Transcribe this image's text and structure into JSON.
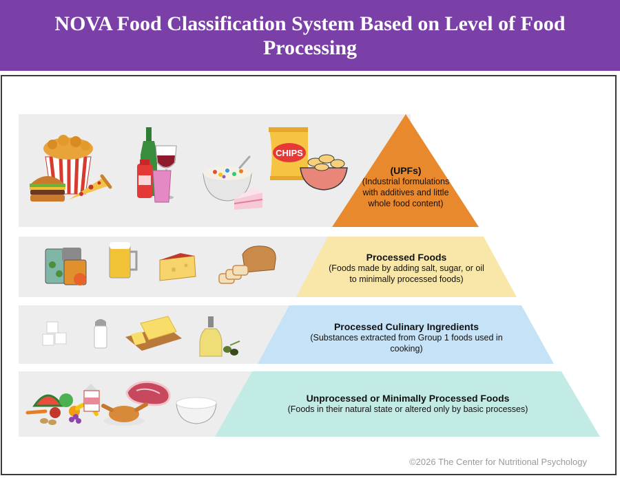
{
  "header": {
    "title": "NOVA Food Classification System Based on Level of Food Processing"
  },
  "tiers": [
    {
      "title": "(UPFs)",
      "description": "(Industrial formulations with additives and little whole food content)",
      "color": "#e8892d",
      "icons": [
        "fried-chicken-bucket-icon",
        "burger-icon",
        "pizza-slice-icon",
        "soda-bottle-icon",
        "wine-glass-icon",
        "juice-cup-icon",
        "cereal-bowl-icon",
        "cake-slice-icon",
        "chips-bag-icon"
      ],
      "chips_label": "CHIPS"
    },
    {
      "title": "Processed Foods",
      "description": "(Foods made by adding salt, sugar, or oil to minimally processed foods)",
      "color": "#f8e7a8",
      "icons": [
        "canned-food-icon",
        "beer-mug-icon",
        "cheese-wedge-icon",
        "bread-loaf-icon"
      ]
    },
    {
      "title": "Processed Culinary Ingredients",
      "description": "(Substances extracted from Group 1 foods used in cooking)",
      "color": "#c5e2f7",
      "icons": [
        "sugar-cubes-icon",
        "salt-shaker-icon",
        "butter-board-icon",
        "olive-oil-bottle-icon"
      ]
    },
    {
      "title": "Unprocessed or Minimally Processed Foods",
      "description": "(Foods in their natural state or altered only by basic processes)",
      "color": "#c3ebe6",
      "icons": [
        "fruits-vegetables-icon",
        "milk-carton-icon",
        "steak-icon",
        "roast-chicken-icon",
        "rice-bowl-icon"
      ]
    }
  ],
  "footer": {
    "copyright": "©2026 The Center for Nutritional Psychology"
  }
}
